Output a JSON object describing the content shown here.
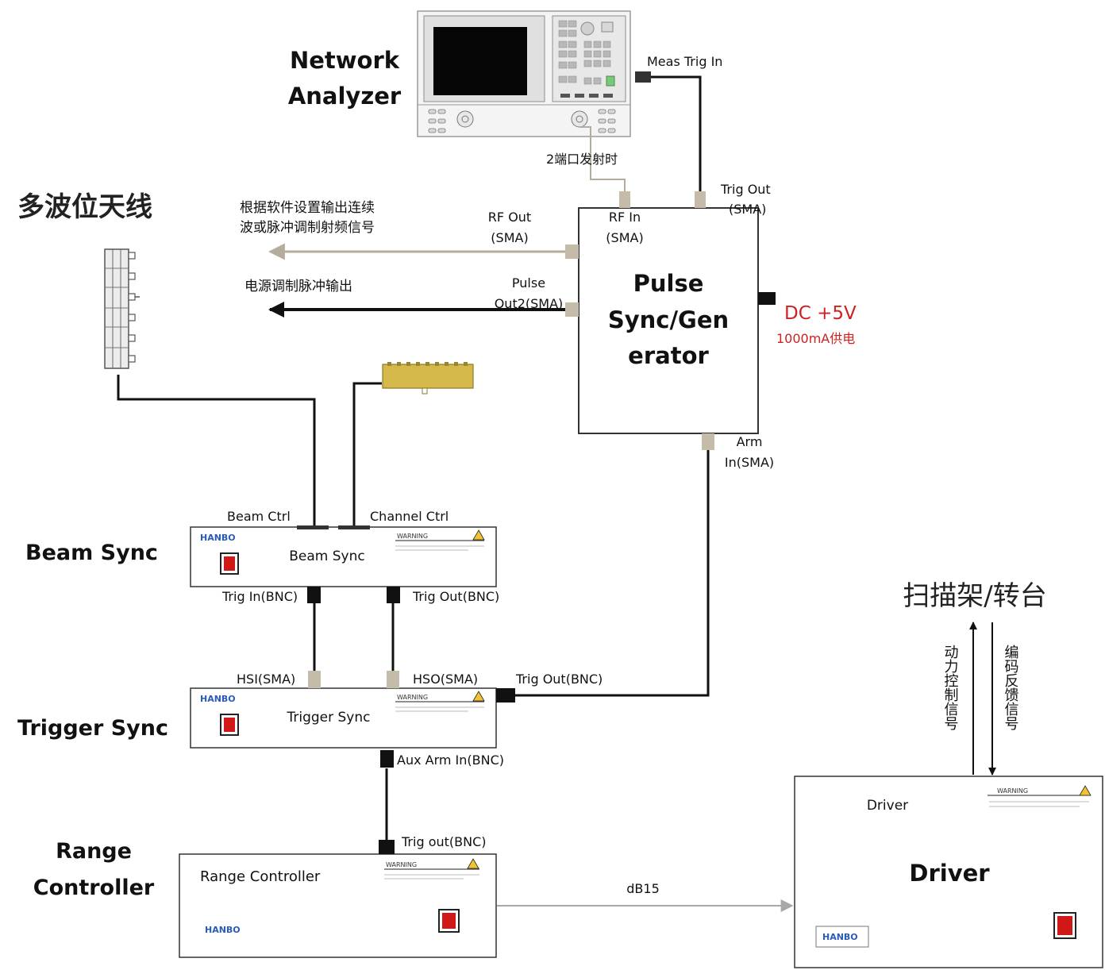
{
  "colors": {
    "line_black": "#111111",
    "line_tan": "#b5ad9b",
    "connector_tan": "#c4bba8",
    "switch_red": "#d01818",
    "power_red": "#d02020",
    "splitter_gold": "#d4b84a"
  },
  "labels": {
    "network_analyzer_1": "Network",
    "network_analyzer_2": "Analyzer",
    "antenna": "多波位天线",
    "beam_sync": "Beam Sync",
    "trigger_sync": "Trigger Sync",
    "range_controller_1": "Range",
    "range_controller_2": "Controller",
    "scanner": "扫描架/转台"
  },
  "pulse_gen": {
    "title_1": "Pulse",
    "title_2": "Sync/Gen",
    "title_3": "erator",
    "power_1": "DC +5V",
    "power_2": "1000mA供电"
  },
  "ports": {
    "meas_trig_in": "Meas Trig In",
    "port2_tx": "2端口发射时",
    "trig_out_1": "Trig Out",
    "trig_out_2": "(SMA)",
    "rf_in_1": "RF In",
    "rf_in_2": "(SMA)",
    "rf_out_1": "RF Out",
    "rf_out_2": "(SMA)",
    "pulse_out_1": "Pulse",
    "pulse_out_2": "Out2(SMA)",
    "arm_in_1": "Arm",
    "arm_in_2": "In(SMA)",
    "beam_ctrl": "Beam Ctrl",
    "channel_ctrl": "Channel Ctrl",
    "beam_trig_in": "Trig In(BNC)",
    "beam_trig_out": "Trig Out(BNC)",
    "hsi": "HSI(SMA)",
    "hso": "HSO(SMA)",
    "trig_sync_trig_out": "Trig Out(BNC)",
    "aux_arm_in": "Aux Arm In(BNC)",
    "range_trig_out": "Trig out(BNC)",
    "db15": "dB15"
  },
  "annotations": {
    "rf_desc_1": "根据软件设置输出连续",
    "rf_desc_2": "波或脉冲调制射频信号",
    "pulse_desc": "电源调制脉冲输出",
    "power_ctrl": "动力控制信号",
    "encoder_fb": "编码反馈信号"
  },
  "devices": {
    "beam_sync_inner": "Beam Sync",
    "trigger_sync_inner": "Trigger Sync",
    "range_controller_inner": "Range Controller",
    "driver_small": "Driver",
    "driver_big": "Driver",
    "warning": "WARNING",
    "logo": "HANBO"
  }
}
